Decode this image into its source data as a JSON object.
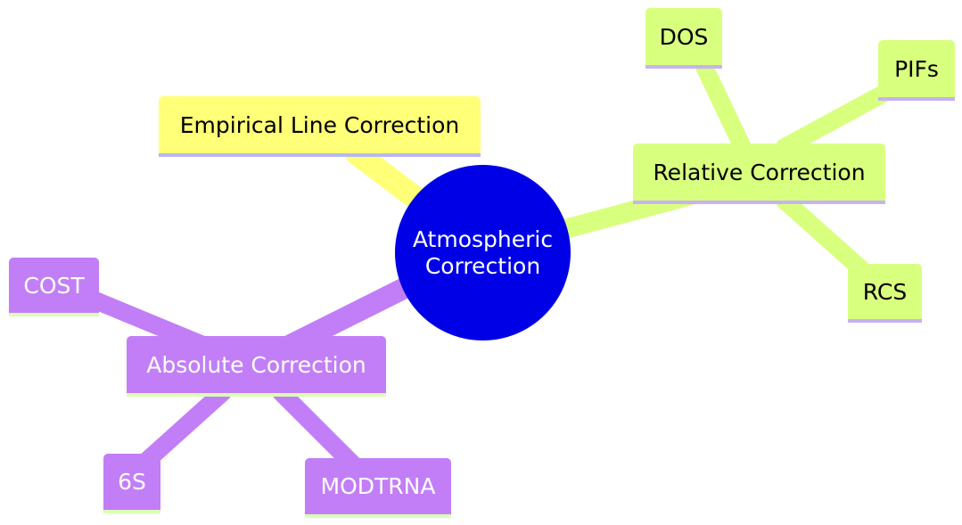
{
  "colors": {
    "root": "#0000e6",
    "yellow_branch": "#ffff78",
    "green_branch": "#d9ff7f",
    "purple_branch": "#c27ef7"
  },
  "mindmap": {
    "root": {
      "line1": "Atmospheric",
      "line2": "Correction"
    },
    "empirical": {
      "label": "Empirical Line Correction"
    },
    "relative": {
      "label": "Relative Correction",
      "children": [
        "DOS",
        "PIFs",
        "RCS"
      ]
    },
    "absolute": {
      "label": "Absolute Correction",
      "children": [
        "COST",
        "6S",
        "MODTRNA"
      ]
    }
  }
}
